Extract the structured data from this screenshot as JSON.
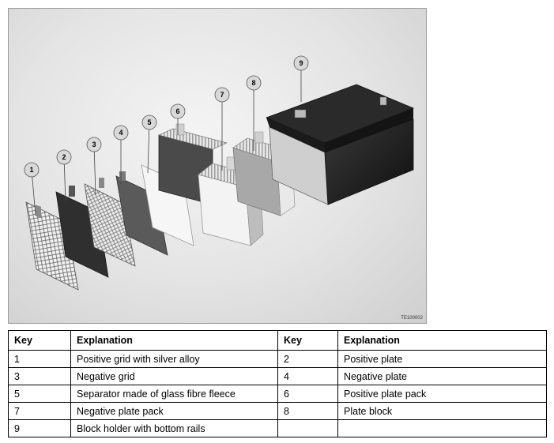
{
  "figure": {
    "code": "TE100002",
    "callouts": [
      "1",
      "2",
      "3",
      "4",
      "5",
      "6",
      "7",
      "8",
      "9"
    ]
  },
  "table": {
    "headers": [
      "Key",
      "Explanation",
      "Key",
      "Explanation"
    ],
    "rows": [
      [
        "1",
        "Positive grid with silver alloy",
        "2",
        "Positive plate"
      ],
      [
        "3",
        "Negative grid",
        "4",
        "Negative plate"
      ],
      [
        "5",
        "Separator made of glass fibre fleece",
        "6",
        "Positive plate pack"
      ],
      [
        "7",
        "Negative plate pack",
        "8",
        "Plate block"
      ],
      [
        "9",
        "Block holder with bottom rails",
        "",
        ""
      ]
    ]
  },
  "colors": {
    "border": "#000000",
    "figure_bg": "#e6e6e6",
    "battery": "#1c1c1c"
  }
}
